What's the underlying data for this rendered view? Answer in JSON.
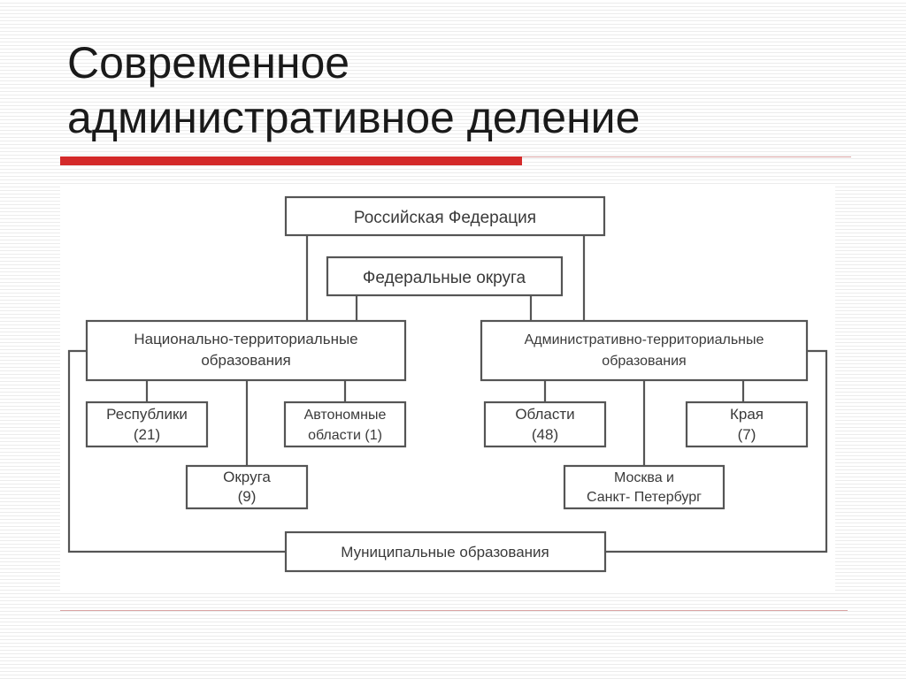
{
  "slide": {
    "title_line1": "Современное",
    "title_line2": "административное деление",
    "accent_color": "#d42a2a"
  },
  "diagram": {
    "root": "Российская Федерация",
    "federal_districts": "Федеральные округа",
    "national_territorial": {
      "line1": "Национально-территориальные",
      "line2": "образования"
    },
    "administrative_territorial": {
      "line1": "Административно-территориальные",
      "line2": "образования"
    },
    "republics": {
      "line1": "Республики",
      "line2": "(21)"
    },
    "autonomous_oblasts": {
      "line1": "Автономные",
      "line2": "области (1)"
    },
    "okrugs": {
      "line1": "Округа",
      "line2": "(9)"
    },
    "oblasts": {
      "line1": "Области",
      "line2": "(48)"
    },
    "krais": {
      "line1": "Края",
      "line2": "(7)"
    },
    "federal_cities": {
      "line1": "Москва и",
      "line2": "Санкт- Петербург"
    },
    "municipal": "Муниципальные образования"
  }
}
